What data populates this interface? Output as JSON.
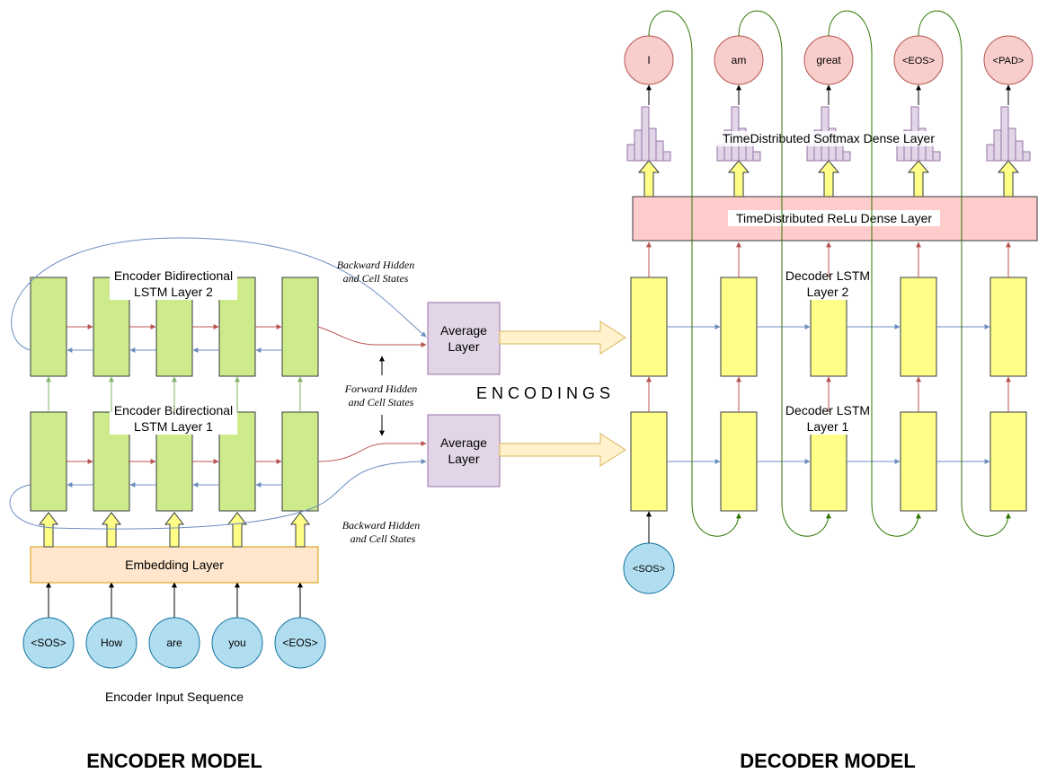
{
  "encoder": {
    "title": "ENCODER MODEL",
    "input_caption": "Encoder Input Sequence",
    "tokens": [
      "<SOS>",
      "How",
      "are",
      "you",
      "<EOS>"
    ],
    "embedding_label": "Embedding Layer",
    "layer1_label": [
      "Encoder Bidirectional",
      "LSTM Layer 1"
    ],
    "layer2_label": [
      "Encoder Bidirectional",
      "LSTM Layer 2"
    ],
    "backward_label_top": [
      "Backward Hidden",
      "and Cell States"
    ],
    "forward_label": [
      "Forward Hidden",
      "and Cell States"
    ],
    "backward_label_bottom": [
      "Backward Hidden",
      "and Cell States"
    ]
  },
  "bridge": {
    "average_top": [
      "Average",
      "Layer"
    ],
    "average_bottom": [
      "Average",
      "Layer"
    ],
    "encodings_label": "ENCODINGS"
  },
  "decoder": {
    "title": "DECODER MODEL",
    "input_token": "<SOS>",
    "outputs": [
      "I",
      "am",
      "great",
      "<EOS>",
      "<PAD>"
    ],
    "softmax_label": "TimeDistributed Softmax Dense Layer",
    "relu_label": "TimeDistributed ReLu Dense Layer",
    "lstm2_label": [
      "Decoder LSTM",
      "Layer 2"
    ],
    "lstm1_label": [
      "Decoder LSTM",
      "Layer 1"
    ]
  },
  "colors": {
    "lstm_green": "#cdeb8b",
    "lstm_green_stroke": "#36393d",
    "decoder_yellow": "#ffff88",
    "embedding_fill": "#ffe6cc",
    "embedding_stroke": "#d79b00",
    "token_blue": "#b1ddf0",
    "token_blue_stroke": "#10739e",
    "output_red": "#f8cecc",
    "output_red_stroke": "#b85450",
    "relu_fill": "#ffcccc",
    "average_fill": "#e1d5e7",
    "average_stroke": "#9673a6",
    "arrow_red": "#b85450",
    "arrow_blue": "#6c8ebf",
    "arrow_green": "#82b366",
    "loop_green": "#2d7600",
    "hist_fill": "#e1d5e7"
  }
}
